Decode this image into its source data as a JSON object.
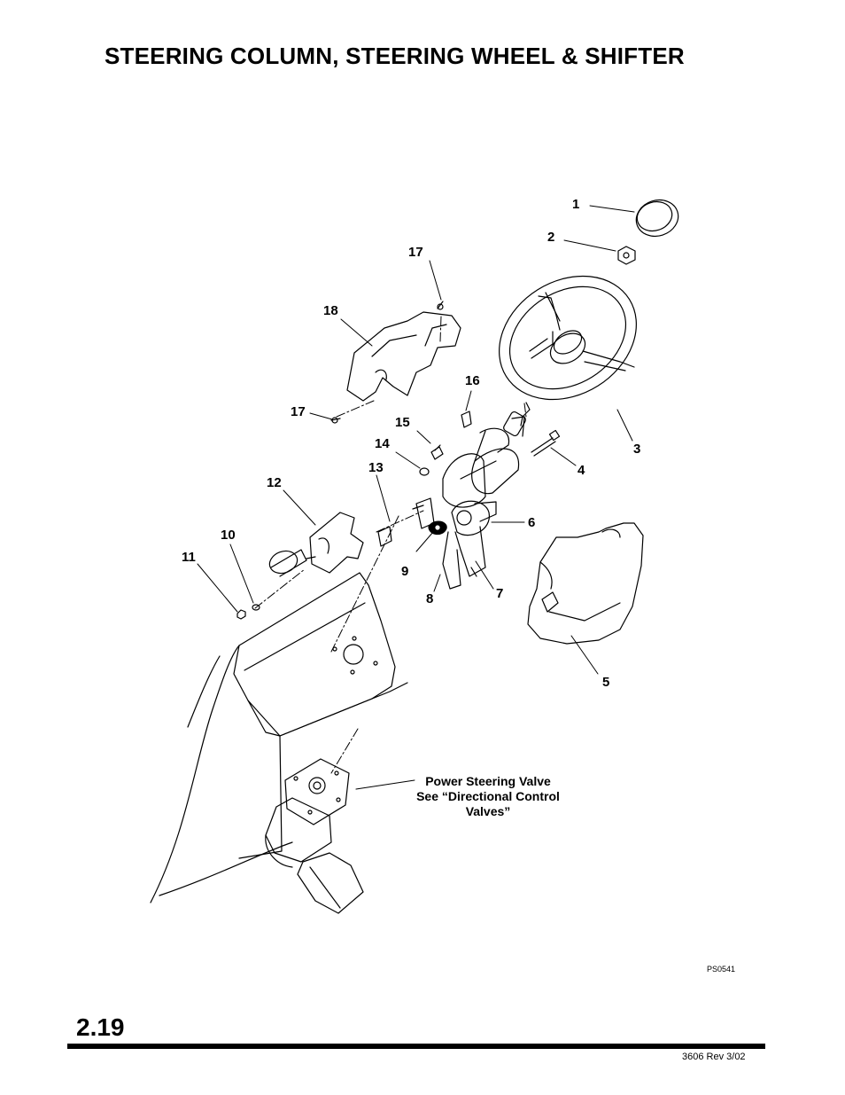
{
  "page": {
    "title": "STEERING COLUMN, STEERING WHEEL & SHIFTER",
    "section_number": "2.19",
    "figure_code": "PS0541",
    "revision": "3606  Rev  3/02"
  },
  "diagram": {
    "callouts": [
      "1",
      "2",
      "3",
      "4",
      "5",
      "6",
      "7",
      "8",
      "9",
      "10",
      "11",
      "12",
      "13",
      "14",
      "15",
      "16",
      "17",
      "17",
      "18"
    ],
    "note_lines": [
      "Power Steering Valve",
      "See “Directional Control",
      "Valves”"
    ]
  },
  "colors": {
    "ink": "#000000",
    "paper": "#ffffff",
    "shade": "#e6e6e6"
  }
}
